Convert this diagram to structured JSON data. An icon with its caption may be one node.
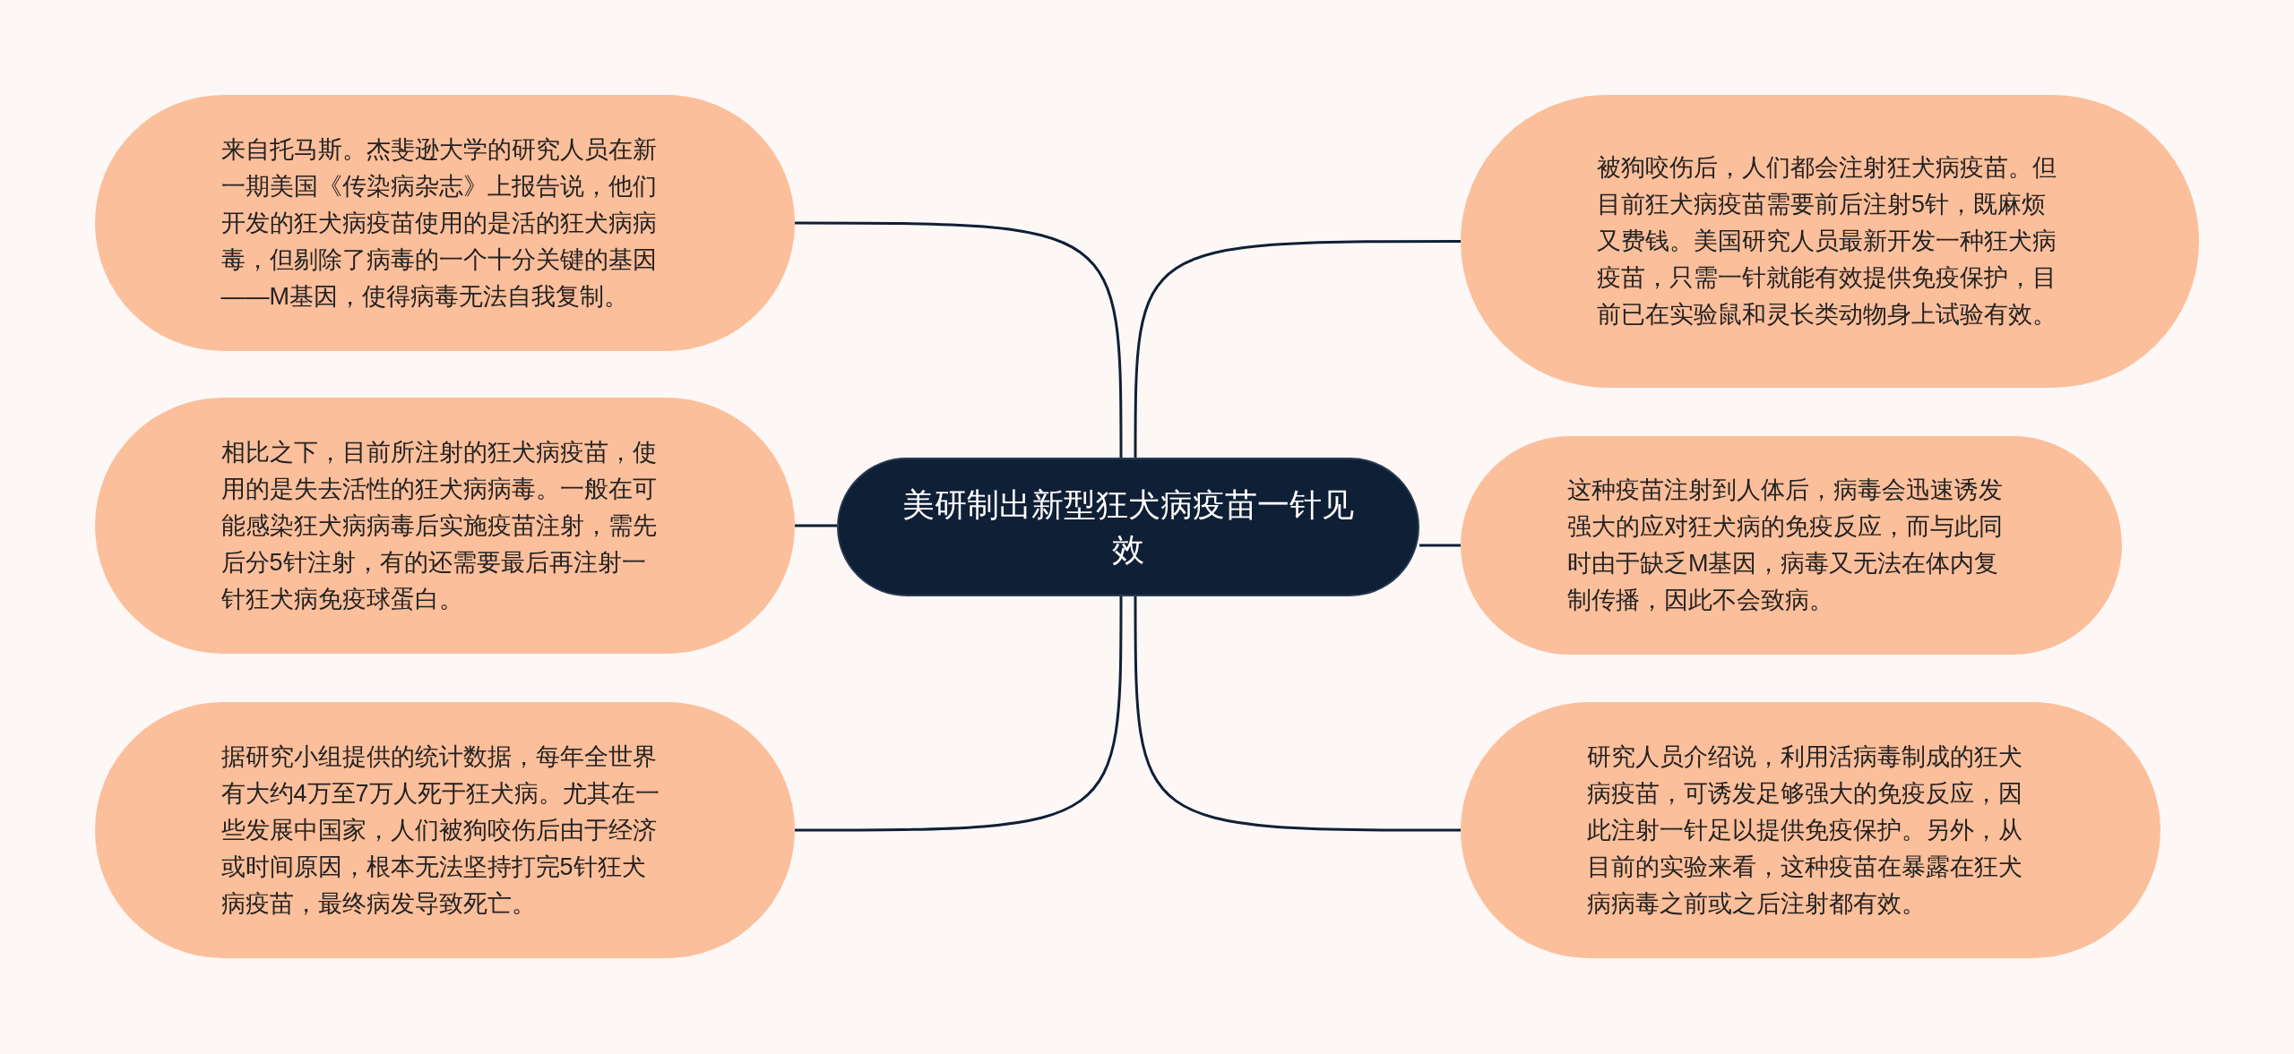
{
  "diagram": {
    "nodes": [
      {
        "text": [
          "美研制出新型狂犬病疫苗一针见效"
        ]
      },
      {
        "text": [
          "来自托马斯。杰斐逊大学的研究人员在新一期美国《传染病杂志》上报告说，他们开发的狂犬病疫苗使用的是活的狂犬病病毒，但剔除了病毒的一个十分关键的基因——M基因，使得病毒无法自我复制。"
        ]
      },
      {
        "text": [
          "相比之下，目前所注射的狂犬病疫苗，使用的是失去活性的狂犬病病毒。一般在可能感染狂犬病病毒后实施疫苗注射，需先后分5针注射，有的还需要最后再注射一针狂犬病免疫球蛋白。"
        ]
      },
      {
        "text": [
          "据研究小组提供的统计数据，每年全世界有大约4万至7万人死于狂犬病。尤其在一些发展中国家，人们被狗咬伤后由于经济或时间原因，根本无法坚持打完5针狂犬病疫苗，最终病发导致死亡。"
        ]
      },
      {
        "text": [
          "被狗咬伤后，人们都会注射狂犬病疫苗。但目前狂犬病疫苗需要前后注射5针，既麻烦又费钱。美国研究人员最新开发一种狂犬病疫苗，只需一针就能有效提供免疫保护，目前已在实验鼠和灵长类动物身上试验有效。"
        ]
      },
      {
        "text": [
          "这种疫苗注射到人体后，病毒会迅速诱发强大的应对狂犬病的免疫反应，而与此同时由于缺乏M基因，病毒又无法在体内复制传播，因此不会致病。"
        ]
      },
      {
        "text": [
          "研究人员介绍说，利用活病毒制成的狂犬病疫苗，可诱发足够强大的免疫反应，因此注射一针足以提供免疫保护。另外，从目前的实验来看，这种疫苗在暴露在狂犬病病毒之前或之后注射都有效。"
        ]
      }
    ],
    "edges": [
      {
        "from": 0,
        "to": 1,
        "arrow": "none"
      },
      {
        "from": 0,
        "to": 2,
        "arrow": "none"
      },
      {
        "from": 0,
        "to": 3,
        "arrow": "none"
      },
      {
        "from": 0,
        "to": 4,
        "arrow": "none"
      },
      {
        "from": 0,
        "to": 5,
        "arrow": "none"
      },
      {
        "from": 0,
        "to": 6,
        "arrow": "none"
      }
    ]
  }
}
